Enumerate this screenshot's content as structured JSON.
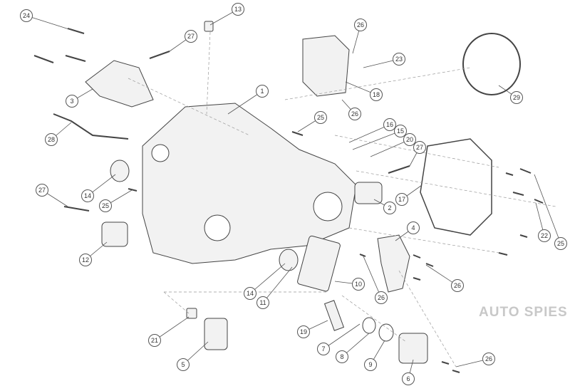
{
  "callouts": [
    "24",
    "13",
    "27",
    "26",
    "23",
    "29",
    "3",
    "1",
    "18",
    "26",
    "25",
    "28",
    "16",
    "15",
    "20",
    "27",
    "14",
    "25",
    "27",
    "2",
    "17",
    "4",
    "22",
    "25",
    "12",
    "14",
    "11",
    "10",
    "26",
    "26",
    "21",
    "19",
    "7",
    "8",
    "9",
    "5",
    "6",
    "26"
  ],
  "watermark": "AUTO SPIES",
  "colors": {
    "line": "#444444",
    "dash": "#999999",
    "part": "#f2f2f2"
  }
}
